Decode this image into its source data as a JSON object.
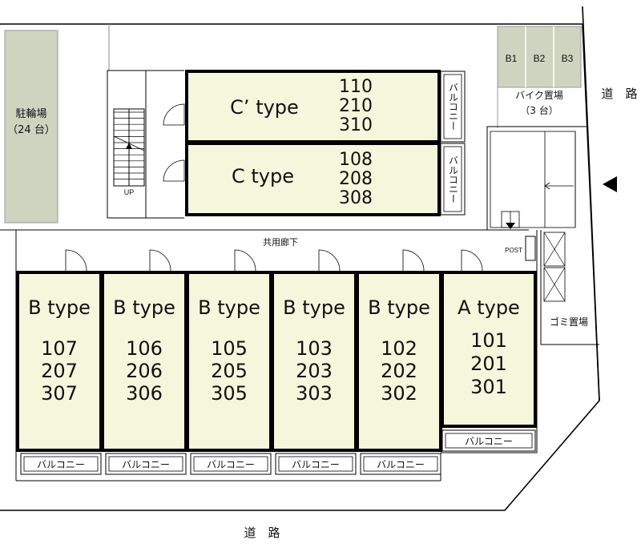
{
  "colors": {
    "unit_fill": "#f4f7dc",
    "parking_fill": "#cfd4c0",
    "wall": "#000000",
    "thin_line": "#8a8a8a"
  },
  "roads": {
    "right_label": "道　路",
    "bottom_label": "道　路"
  },
  "bicycle_parking": {
    "name": "駐輪場",
    "capacity": "（24 台）"
  },
  "bike_parking": {
    "slots": [
      "B1",
      "B2",
      "B3"
    ],
    "name": "バイク置場",
    "capacity": "（3 台）"
  },
  "corridor_label": "共用廊下",
  "post_label": "POST",
  "garbage_label": "ゴミ置場",
  "stairs_label": "UP",
  "balcony_label": "バルコニー",
  "top_units": [
    {
      "type": "C’ type",
      "rooms": [
        "110",
        "210",
        "310"
      ]
    },
    {
      "type": "C type",
      "rooms": [
        "108",
        "208",
        "308"
      ]
    }
  ],
  "bottom_units": [
    {
      "type": "B type",
      "rooms": [
        "107",
        "207",
        "307"
      ]
    },
    {
      "type": "B type",
      "rooms": [
        "106",
        "206",
        "306"
      ]
    },
    {
      "type": "B type",
      "rooms": [
        "105",
        "205",
        "305"
      ]
    },
    {
      "type": "B type",
      "rooms": [
        "103",
        "203",
        "303"
      ]
    },
    {
      "type": "B type",
      "rooms": [
        "102",
        "202",
        "302"
      ]
    },
    {
      "type": "A type",
      "rooms": [
        "101",
        "201",
        "301"
      ]
    }
  ]
}
